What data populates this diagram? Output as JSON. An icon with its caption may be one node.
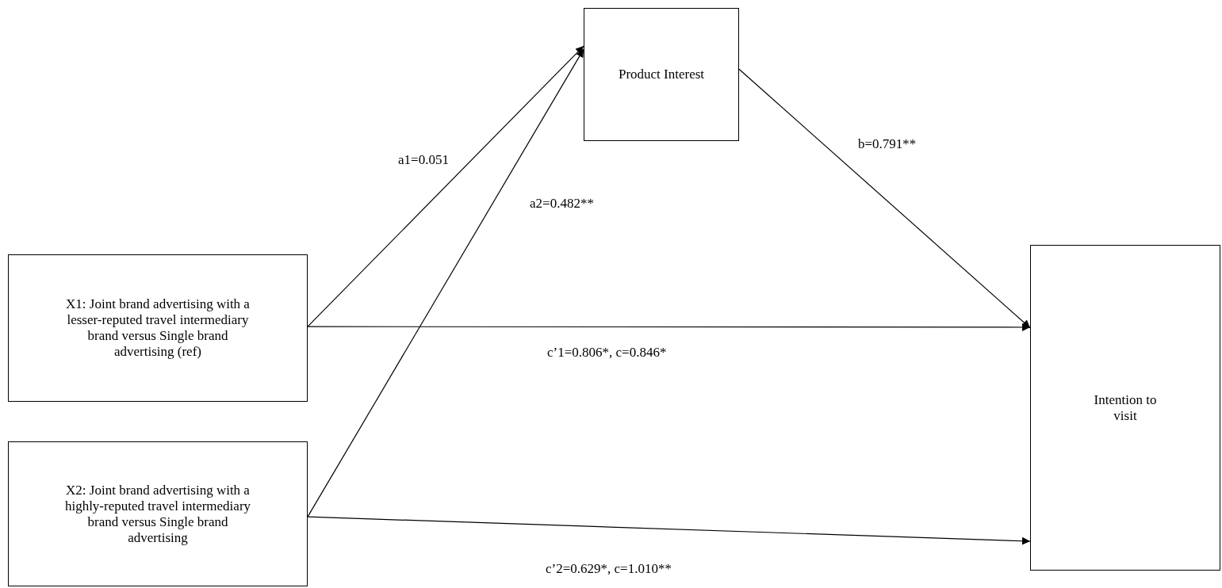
{
  "diagram": {
    "nodes": [
      {
        "text": [
          "Product Interest"
        ]
      },
      {
        "text": [
          "X1: Joint brand advertising with a lesser-reputed travel intermediary brand versus Single brand advertising (ref)"
        ]
      },
      {
        "text": [
          "X2: Joint brand advertising with a highly-reputed travel intermediary brand versus Single brand advertising"
        ]
      },
      {
        "text": [
          "Intention to visit"
        ]
      }
    ],
    "edges": [
      {
        "from": 1,
        "to": 0,
        "arrow": "to",
        "label": "a1=0.051"
      },
      {
        "from": 2,
        "to": 0,
        "arrow": "to",
        "label": "a2=0.482**"
      },
      {
        "from": 0,
        "to": 3,
        "arrow": "to",
        "label": "b=0.791**"
      },
      {
        "from": 1,
        "to": 3,
        "arrow": "to",
        "label": "c’1=0.806*, c=0.846*"
      },
      {
        "from": 2,
        "to": 3,
        "arrow": "to",
        "label": "c’2=0.629*, c=1.010**"
      }
    ]
  }
}
